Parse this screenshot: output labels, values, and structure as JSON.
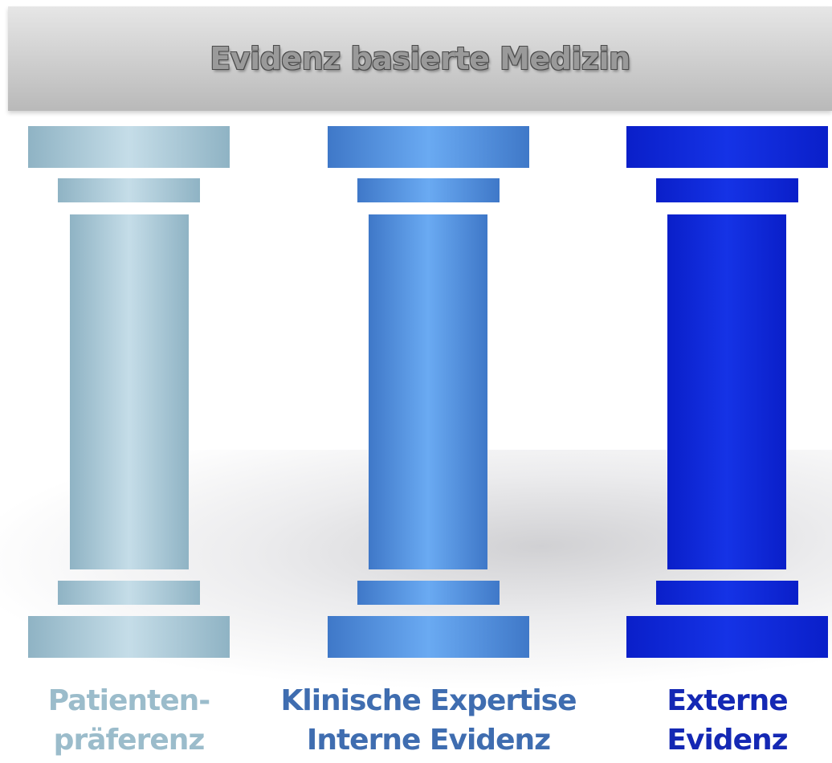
{
  "header": {
    "title": "Evidenz basierte Medizin"
  },
  "pillars": [
    {
      "label_line1": "Patienten-",
      "label_line2": "präferenz",
      "color_base": "#8fb3c4",
      "color_light": "#c5dde8",
      "label_color": "#9bbccb"
    },
    {
      "label_line1": "Klinische Expertise",
      "label_line2": "Interne Evidenz",
      "color_base": "#3f78c8",
      "color_light": "#6aaaf2",
      "label_color": "#3f6db0"
    },
    {
      "label_line1": "Externe",
      "label_line2": "Evidenz",
      "color_base": "#0a1fc9",
      "color_light": "#1533e6",
      "label_color": "#1428b4"
    }
  ]
}
